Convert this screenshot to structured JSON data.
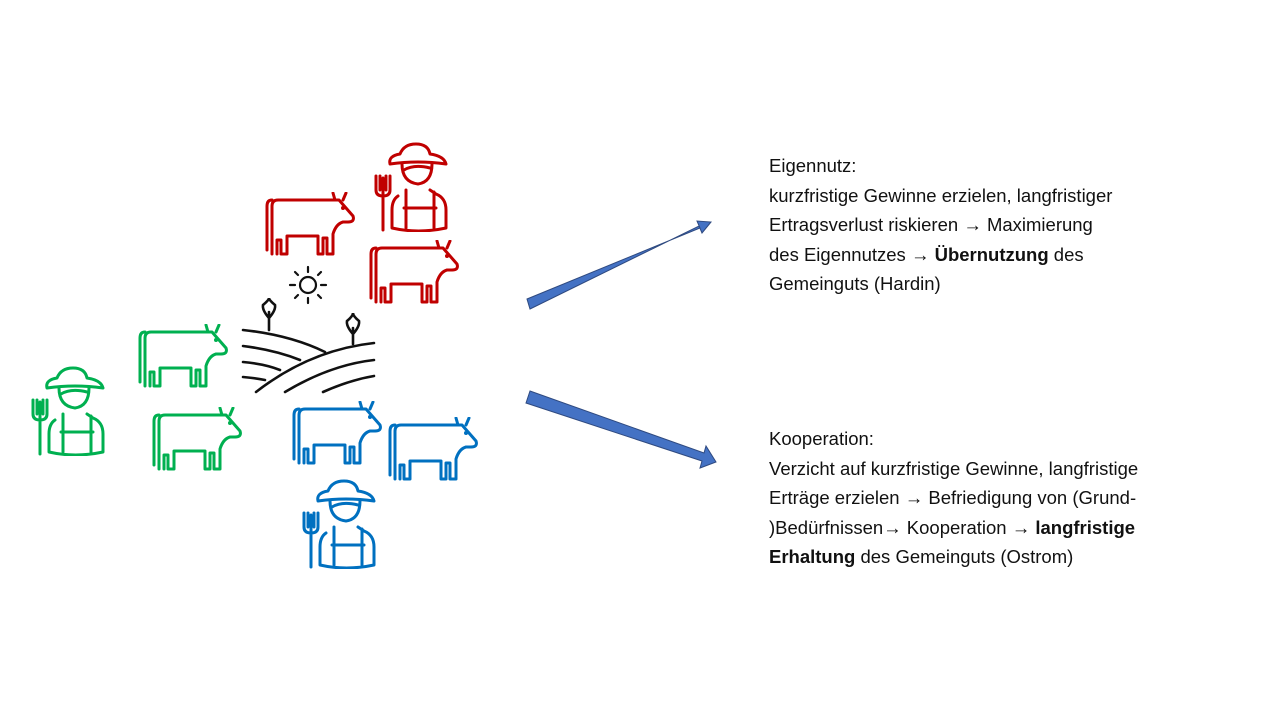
{
  "colors": {
    "red": "#c00000",
    "green": "#00b050",
    "blue": "#0070c0",
    "arrow": "#4472c4",
    "arrow_outline": "#2f4a80"
  },
  "icons": {
    "red_group": [
      "farmer-icon",
      "cow-icon",
      "cow-icon"
    ],
    "green_group": [
      "farmer-icon",
      "cow-icon",
      "cow-icon"
    ],
    "blue_group": [
      "farmer-icon",
      "cow-icon",
      "cow-icon"
    ],
    "center": [
      "sun-icon",
      "field-icon"
    ]
  },
  "eigennutz": {
    "title": "Eigennutz:",
    "line1": "kurzfristige Gewinne erzielen, langfristiger",
    "line2a": "Ertragsverlust riskieren ",
    "arrow": "→",
    "line2b": " Maximierung",
    "line3a": "des Eigennutzes ",
    "line3b": "Übernutzung",
    "line3c": " des",
    "line4": "Gemeinguts (Hardin)"
  },
  "kooperation": {
    "title": "Kooperation:",
    "line1": "Verzicht auf kurzfristige Gewinne, langfristige",
    "line2a": "Erträge erzielen ",
    "arrow": "→",
    "line2b": " Befriedigung von (Grund-",
    "line3a": ")Bedürfnissen",
    "line3b": " Kooperation ",
    "line3c": "langfristige",
    "line4a": "Erhaltung",
    "line4b": " des Gemeinguts (Ostrom)"
  }
}
